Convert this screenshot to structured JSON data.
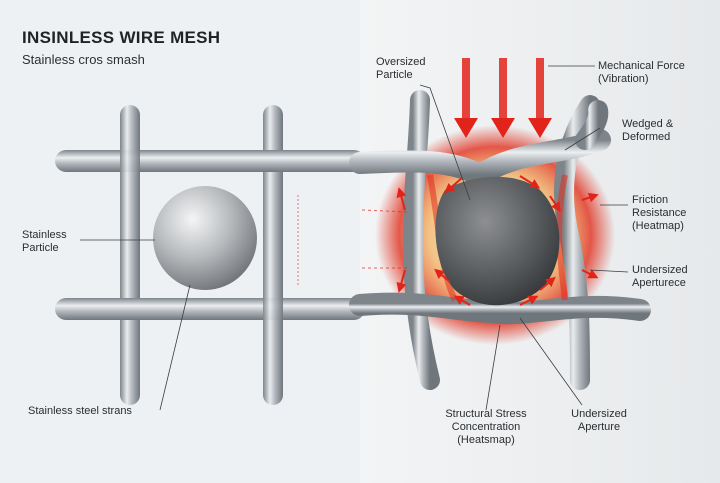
{
  "header": {
    "title": "INSINLESS WIRE MESH",
    "subtitle": "Stainless cros smash"
  },
  "left_panel": {
    "particle_label": "Stainless\nParticle",
    "strand_label": "Stainless steel strans"
  },
  "right_panel": {
    "oversized_particle": "Oversized\nParticle",
    "mechanical_force": "Mechanical Force\n(Vibration)",
    "wedged_deformed": "Wedged &\nDeformed",
    "friction_resistance": "Friction\nResistance\n(Heatmap)",
    "undersized_aperturece": "Undersized\nAperturece",
    "structural_stress": "Structural Stress\nConcentration\n(Heatsmap)",
    "undersized_aperture": "Undersized\nAperture"
  },
  "colors": {
    "background": "#eef1f3",
    "steel": "#b9bec3",
    "heat_red": "#e0301e",
    "heat_orange": "#f59a2a",
    "arrow_red": "#e2231a"
  }
}
